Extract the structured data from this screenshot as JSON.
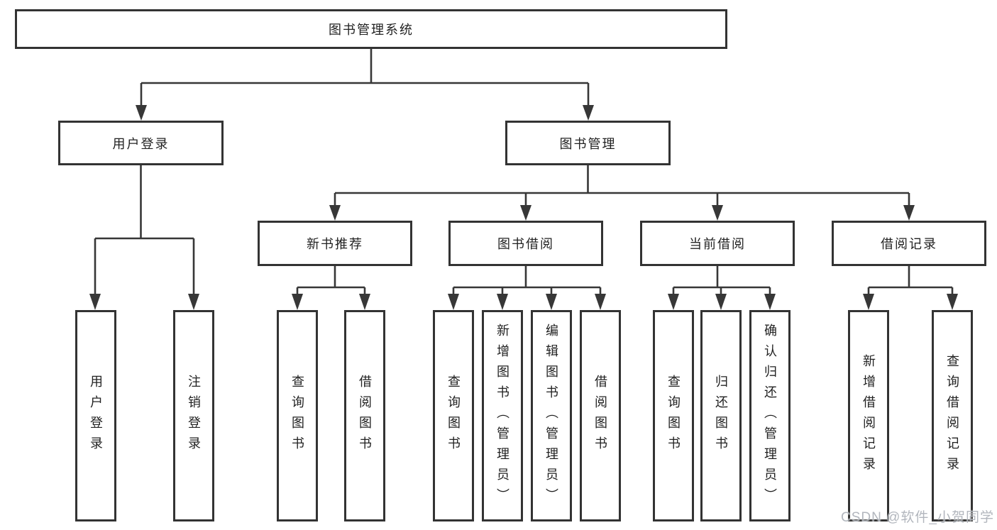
{
  "diagram_title": "图书管理系统",
  "tree": {
    "root": {
      "label": "图书管理系统"
    },
    "branches": [
      {
        "label": "用户登录",
        "children": [
          {
            "label": "用户登录"
          },
          {
            "label": "注销登录"
          }
        ]
      },
      {
        "label": "图书管理",
        "children": [
          {
            "label": "新书推荐",
            "children": [
              {
                "label": "查询图书"
              },
              {
                "label": "借阅图书"
              }
            ]
          },
          {
            "label": "图书借阅",
            "children": [
              {
                "label": "查询图书"
              },
              {
                "label": "新增图书（管理员）"
              },
              {
                "label": "编辑图书（管理员）"
              },
              {
                "label": "借阅图书"
              }
            ]
          },
          {
            "label": "当前借阅",
            "children": [
              {
                "label": "查询图书"
              },
              {
                "label": "归还图书"
              },
              {
                "label": "确认归还（管理员）"
              }
            ]
          },
          {
            "label": "借阅记录",
            "children": [
              {
                "label": "新增借阅记录"
              },
              {
                "label": "查询借阅记录"
              }
            ]
          }
        ]
      }
    ]
  },
  "watermark": {
    "text": "CSDN @软件_小贺同学"
  },
  "colors": {
    "line": "#373737",
    "box_border": "#333333",
    "text": "#222222",
    "watermark": "#aeb3ba",
    "background": "#ffffff"
  }
}
